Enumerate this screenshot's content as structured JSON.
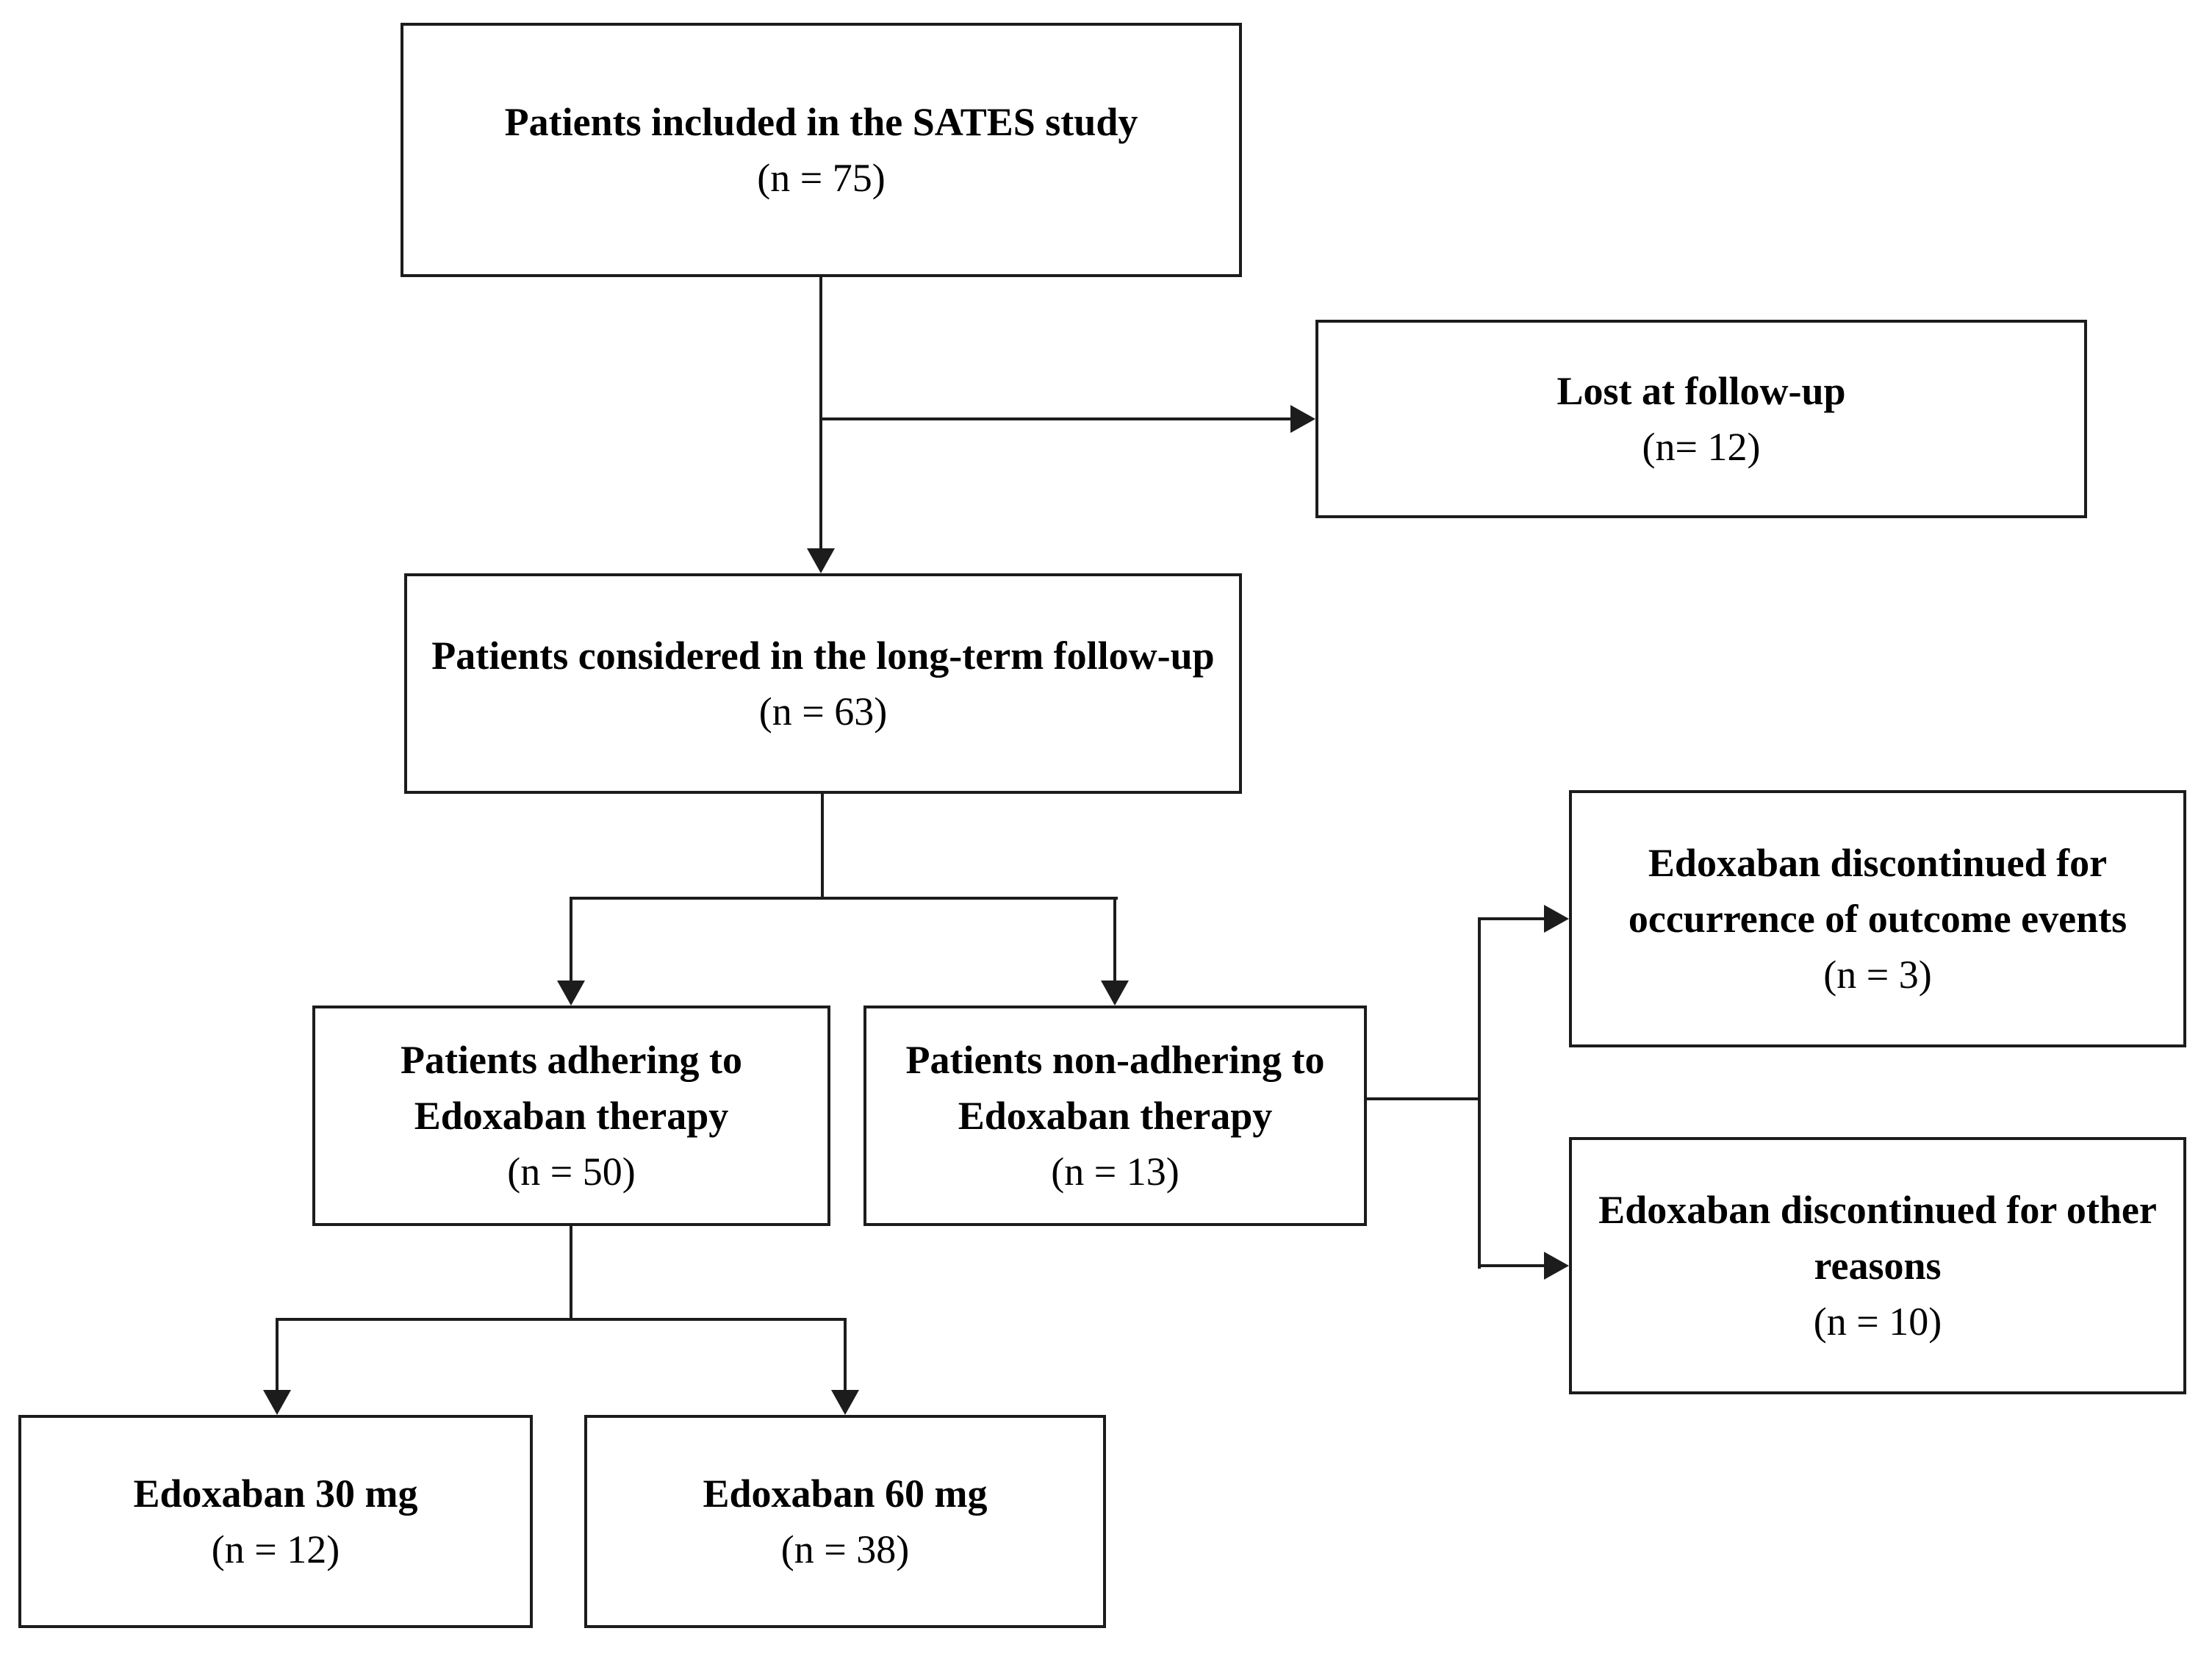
{
  "flowchart": {
    "description": "Patient flow diagram of the SATES study long-term follow-up",
    "colors": {
      "line": "#1c1c1c",
      "border": "#1c1c1c",
      "background": "#ffffff",
      "text": "#000000"
    },
    "nodes": {
      "sates": {
        "label": "Patients included in the SATES study",
        "count": "(n = 75)"
      },
      "lost": {
        "label": "Lost at follow-up",
        "count": "(n= 12)"
      },
      "longterm": {
        "label": "Patients considered in the long-term follow-up",
        "count": "(n = 63)"
      },
      "adhering": {
        "label": "Patients adhering to Edoxaban therapy",
        "count": "(n = 50)"
      },
      "non_adhering": {
        "label": "Patients non-adhering to Edoxaban therapy",
        "count": "(n = 13)"
      },
      "disc_outcome": {
        "label": "Edoxaban discontinued for occurrence of outcome events",
        "count": "(n = 3)"
      },
      "disc_other": {
        "label": "Edoxaban discontinued for other reasons",
        "count": "(n = 10)"
      },
      "edoxaban_30": {
        "label": "Edoxaban 30 mg",
        "count": "(n = 12)"
      },
      "edoxaban_60": {
        "label": "Edoxaban 60 mg",
        "count": "(n = 38)"
      }
    },
    "edges": [
      "sates -> longterm",
      "sates -> lost",
      "longterm -> adhering",
      "longterm -> non_adhering",
      "non_adhering -> disc_outcome",
      "non_adhering -> disc_other",
      "adhering -> edoxaban_30",
      "adhering -> edoxaban_60"
    ]
  }
}
